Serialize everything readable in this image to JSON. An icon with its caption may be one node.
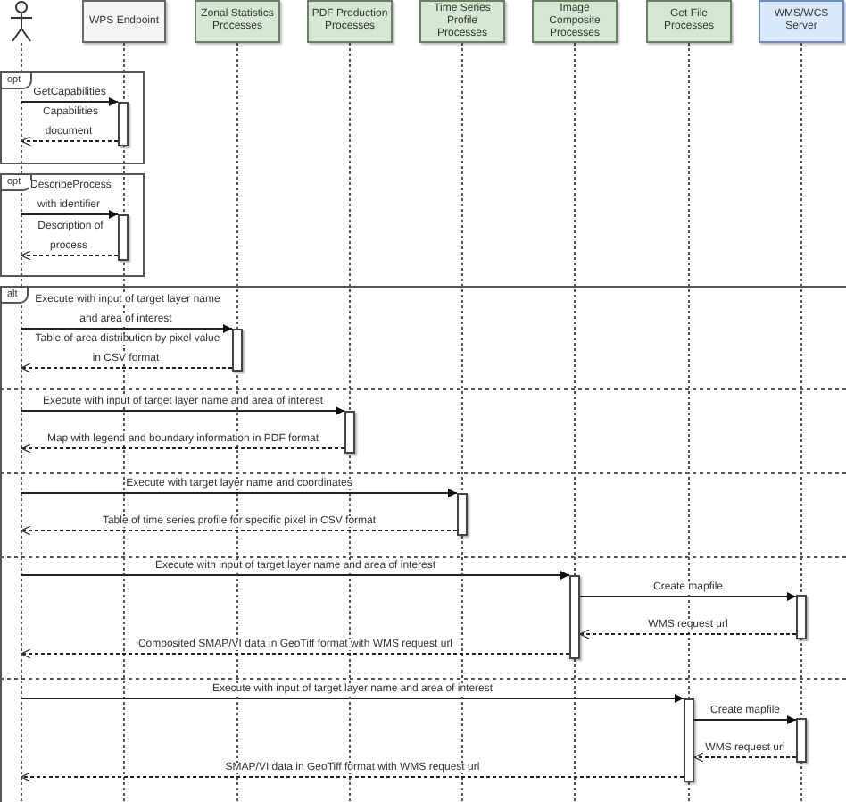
{
  "diagram": {
    "nodes": [
      {
        "text": [],
        "shape": "person"
      },
      {
        "text": [
          "WPS Endpoint"
        ]
      },
      {
        "text": [
          "Zonal Statistics Processes"
        ]
      },
      {
        "text": [
          "PDF Production Processes"
        ]
      },
      {
        "text": [
          "Time Series Profile Processes"
        ]
      },
      {
        "text": [
          "Image Composite Processes"
        ]
      },
      {
        "text": [
          "Get File Processes"
        ]
      },
      {
        "text": [
          "WMS/WCS Server"
        ]
      },
      {
        "text": [
          "opt"
        ]
      },
      {
        "text": [
          "opt"
        ]
      },
      {
        "text": [
          "alt"
        ]
      },
      {
        "text": [],
        "shape": "bar",
        "in": 8
      },
      {
        "text": [],
        "shape": "bar",
        "in": 9
      },
      {
        "text": [],
        "shape": "bar",
        "in": 10
      },
      {
        "text": [],
        "shape": "bar",
        "in": 10
      },
      {
        "text": [],
        "shape": "bar",
        "in": 10
      },
      {
        "text": [],
        "shape": "bar",
        "in": 10
      },
      {
        "text": [],
        "shape": "bar",
        "in": 10
      },
      {
        "text": [],
        "shape": "bar",
        "in": 10
      },
      {
        "text": [],
        "shape": "bar",
        "in": 10
      }
    ],
    "edges": [
      {
        "from": null,
        "to": 11,
        "arrow": "to",
        "label": "GetCapabilities"
      },
      {
        "from": 11,
        "to": null,
        "arrow": "to",
        "label": "Capabilities document",
        "style": "dashed"
      },
      {
        "from": null,
        "to": 12,
        "arrow": "to",
        "label": "DescribeProcess with identifier"
      },
      {
        "from": 12,
        "to": null,
        "arrow": "to",
        "label": "Description of process",
        "style": "dashed"
      },
      {
        "from": null,
        "to": 13,
        "arrow": "to",
        "label": "Execute with input of target layer name and area of interest"
      },
      {
        "from": 13,
        "to": null,
        "arrow": "to",
        "label": "Table of area distribution by pixel value in CSV format",
        "style": "dashed"
      },
      {
        "from": null,
        "to": 14,
        "arrow": "to",
        "label": "Execute with input of target layer name and area of interest"
      },
      {
        "from": 14,
        "to": null,
        "arrow": "to",
        "label": "Map with legend and boundary information in PDF format",
        "style": "dashed"
      },
      {
        "from": null,
        "to": 15,
        "arrow": "to",
        "label": "Execute with target layer name and coordinates"
      },
      {
        "from": 15,
        "to": null,
        "arrow": "to",
        "label": "Table of time series profile for specific pixel in CSV format",
        "style": "dashed"
      },
      {
        "from": null,
        "to": 16,
        "arrow": "to",
        "label": "Execute with input of target layer name and area of interest"
      },
      {
        "from": 16,
        "to": 17,
        "arrow": "to",
        "label": "Create mapfile"
      },
      {
        "from": 17,
        "to": 16,
        "arrow": "to",
        "label": "WMS request url",
        "style": "dashed"
      },
      {
        "from": 16,
        "to": null,
        "arrow": "to",
        "label": "Composited SMAP/VI data in GeoTiff format with WMS request url",
        "style": "dashed"
      },
      {
        "from": null,
        "to": 18,
        "arrow": "to",
        "label": "Execute with input of target layer name and area of interest"
      },
      {
        "from": 18,
        "to": 19,
        "arrow": "to",
        "label": "Create mapfile"
      },
      {
        "from": 19,
        "to": 18,
        "arrow": "to",
        "label": "WMS request url",
        "style": "dashed"
      },
      {
        "from": 18,
        "to": null,
        "arrow": "to",
        "label": "SMAP/VI data in GeoTiff format with WMS request url",
        "style": "dashed"
      }
    ]
  }
}
